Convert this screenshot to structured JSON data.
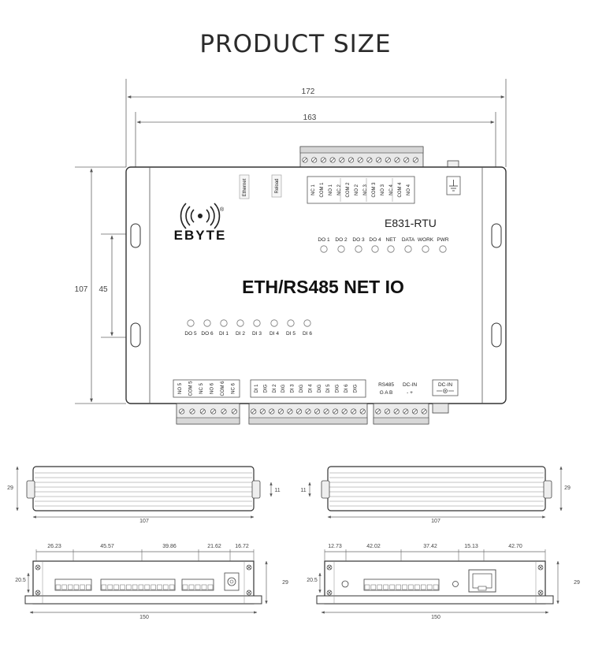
{
  "title": "PRODUCT SIZE",
  "top_view": {
    "brand": "EBYTE",
    "registered": "®",
    "model": "E831-RTU",
    "headline": "ETH/RS485 NET IO",
    "ethernet": "Ethernet",
    "reload": "Reload",
    "dims": {
      "width_outer": "172",
      "width_inner": "163",
      "height": "107",
      "hole_spacing": "45"
    },
    "top_terminals": [
      "NC 1",
      "COM 1",
      "NO 1",
      "NC 2",
      "COM 2",
      "NO 2",
      "NC 3",
      "COM 3",
      "NO 3",
      "NC 4",
      "COM 4",
      "NO 4"
    ],
    "status_leds": [
      "DO 1",
      "DO 2",
      "DO 3",
      "DO 4",
      "NET",
      "DATA",
      "WORK",
      "PWR"
    ],
    "io_leds": [
      "DO 5",
      "DO 6",
      "DI 1",
      "DI 2",
      "DI 3",
      "DI 4",
      "DI 5",
      "DI 6"
    ],
    "bottom_terminals_a": [
      "NO 5",
      "COM 5",
      "NC 5",
      "NO 6",
      "COM 6",
      "NC 6"
    ],
    "bottom_terminals_b": [
      "DI 1",
      "DIG",
      "DI 2",
      "DIG",
      "DI 3",
      "DIG",
      "DI 4",
      "DIG",
      "DI 5",
      "DIG",
      "DI 6",
      "DIG"
    ],
    "rs485": "RS485",
    "rs485_pins": "G A B",
    "dcin": "DC-IN",
    "dcin_pins": "-   +",
    "dcin_jack": "DC-IN"
  },
  "side_views": {
    "left": {
      "height": "29",
      "rail": "11",
      "length": "107"
    },
    "right": {
      "height": "29",
      "rail": "11",
      "length": "107"
    }
  },
  "end_views": {
    "left": {
      "segments": [
        "26.23",
        "45.57",
        "39.86",
        "21.62",
        "16.72"
      ],
      "height_inner": "20.5",
      "height": "29",
      "length": "150"
    },
    "right": {
      "segments": [
        "12.73",
        "42.02",
        "37.42",
        "15.13",
        "42.70"
      ],
      "height_inner": "20.5",
      "height": "29",
      "length": "150"
    }
  }
}
